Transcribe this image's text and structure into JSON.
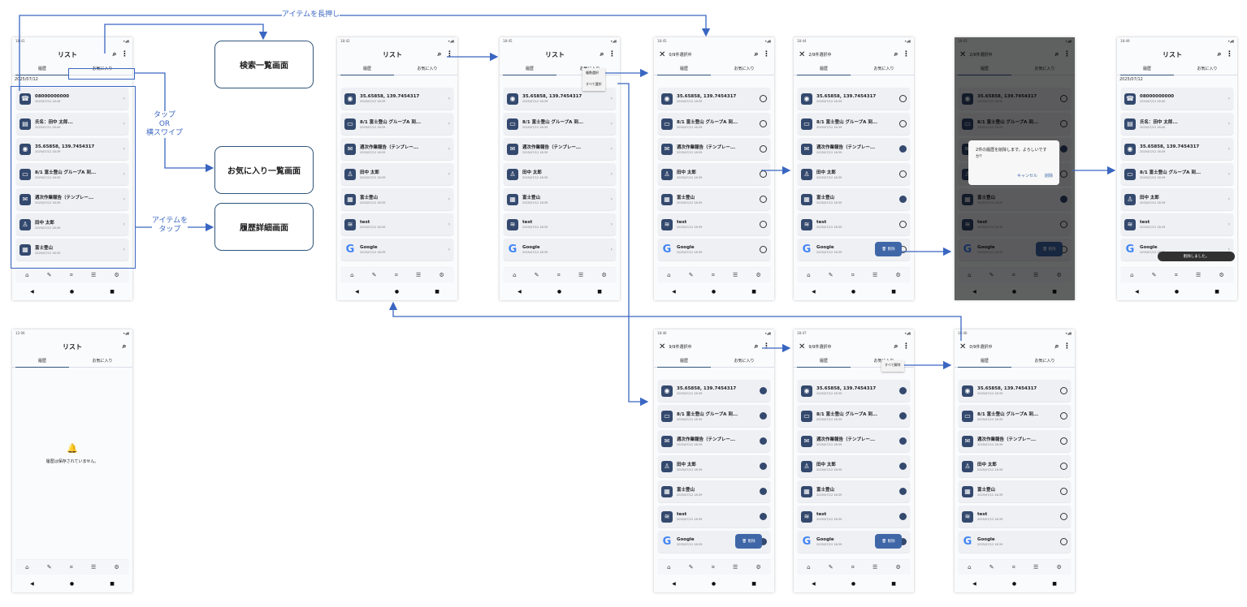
{
  "colors": {
    "accent": "#34496e",
    "arrow": "#3a66c2",
    "tab_indicator": "#30557a",
    "fab": "#3f67a8"
  },
  "app": {
    "title": "リスト",
    "tab_history": "履歴",
    "tab_favorites": "お気に入り",
    "date_header": "2025/07/12",
    "selected_0": "0/9件選択中",
    "selected_2": "2/9件選択中",
    "selected_9": "9/9件選択中",
    "menu_select_multiple": "複数選択",
    "menu_select_all": "すべて選択",
    "menu_deselect_all": "すべて解除",
    "delete_label": "削除",
    "dialog_message": "2件の履歴を削除します。よろしいですか？",
    "dialog_cancel": "キャンセル",
    "dialog_delete": "削除",
    "snackbar": "削除しました。",
    "empty_message": "履歴は保存されていません。"
  },
  "status_times": [
    "18:41",
    "18:42",
    "18:45",
    "18:45",
    "18:44",
    "18:45",
    "18:49",
    "12:06",
    "18:46",
    "18:47",
    "18:46"
  ],
  "items_full": [
    {
      "name": "08000000000",
      "date": "2025/07/12 18:40",
      "icon": "phone-icon"
    },
    {
      "name": "氏名：田中 太郎...",
      "date": "2025/07/12 18:40",
      "icon": "document-icon"
    },
    {
      "name": "35.65858, 139.7454317",
      "date": "2025/07/12 18:39",
      "icon": "location-icon"
    },
    {
      "name": "8/1 富士登山 グループA 到...",
      "date": "2025/07/12 18:39",
      "icon": "message-icon"
    },
    {
      "name": "週次作業報告（テンプレー...",
      "date": "2025/07/12 18:39",
      "icon": "mail-icon"
    },
    {
      "name": "田中 太郎",
      "date": "2025/07/12 18:39",
      "icon": "contact-icon"
    },
    {
      "name": "富士登山",
      "date": "2025/07/12 18:39",
      "icon": "calendar-icon"
    }
  ],
  "items_scrolled": [
    {
      "name": "35.65858, 139.7454317",
      "date": "2025/07/12 18:39",
      "icon": "location-icon"
    },
    {
      "name": "8/1 富士登山 グループA 到...",
      "date": "2025/07/12 18:39",
      "icon": "message-icon"
    },
    {
      "name": "週次作業報告（テンプレー...",
      "date": "2025/07/12 18:39",
      "icon": "mail-icon"
    },
    {
      "name": "田中 太郎",
      "date": "2025/07/12 18:39",
      "icon": "contact-icon"
    },
    {
      "name": "富士登山",
      "date": "2025/07/12 18:39",
      "icon": "calendar-icon"
    },
    {
      "name": "test",
      "date": "2025/07/12 18:39",
      "icon": "wifi-icon"
    },
    {
      "name": "Google",
      "date": "2025/07/12 18:39",
      "icon": "google-icon"
    }
  ],
  "items_after_delete": [
    {
      "name": "08000000000",
      "date": "2025/07/12 18:40",
      "icon": "phone-icon"
    },
    {
      "name": "氏名：田中 太郎...",
      "date": "2025/07/12 18:40",
      "icon": "document-icon"
    },
    {
      "name": "35.65858, 139.7454317",
      "date": "2025/07/12 18:39",
      "icon": "location-icon"
    },
    {
      "name": "8/1 富士登山 グループA 到...",
      "date": "2025/07/12 18:39",
      "icon": "message-icon"
    },
    {
      "name": "田中 太郎",
      "date": "2025/07/12 18:39",
      "icon": "contact-icon"
    },
    {
      "name": "test",
      "date": "2025/07/12 18:39",
      "icon": "wifi-icon"
    },
    {
      "name": "Google",
      "date": "2025/07/12 18:39",
      "icon": "google-icon"
    }
  ],
  "boxes": {
    "search": "検索一覧画面",
    "favorites": "お気に入り一覧画面",
    "detail": "履歴詳細画面"
  },
  "labels": {
    "long_press": "アイテムを長押し",
    "tap_or_swipe": "タップ\nOR\n横スワイプ",
    "tap_item": "アイテムを\nタップ"
  },
  "icons": {
    "home": "home-icon",
    "edit": "pencil-icon",
    "scan": "scan-icon",
    "list": "list-icon",
    "settings": "gear-icon",
    "back": "back-icon",
    "homebtn": "home-button-icon",
    "recents": "recents-icon",
    "bell": "bell-icon",
    "search": "search-icon",
    "more": "more-icon",
    "close": "close-icon",
    "trash": "trash-icon",
    "chevron": "chevron-right-icon"
  }
}
